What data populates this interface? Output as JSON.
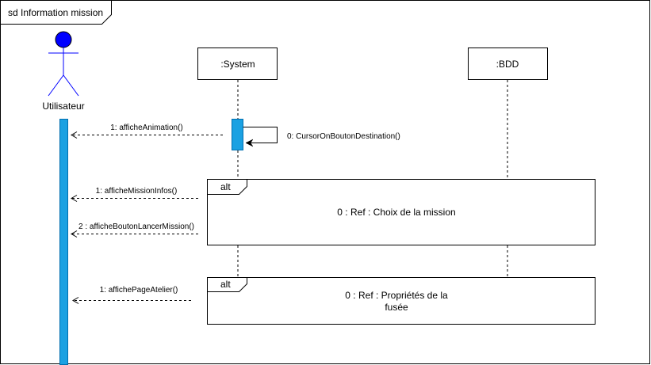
{
  "frame": {
    "title": "sd Information mission"
  },
  "actor": {
    "name": "Utilisateur",
    "color": "#0000ff",
    "activation_color": "#1ba1e2"
  },
  "lifelines": [
    {
      "id": "system",
      "label": ":System"
    },
    {
      "id": "bdd",
      "label": ":BDD"
    }
  ],
  "messages": [
    {
      "id": "m1",
      "label": "1: afficheAnimation()",
      "style": "return"
    },
    {
      "id": "m2",
      "label": "0: CursorOnBoutonDestination()",
      "style": "self"
    },
    {
      "id": "m3",
      "label": "1: afficheMissionInfos()",
      "style": "return"
    },
    {
      "id": "m4",
      "label": "2 : afficheBoutonLancerMission()",
      "style": "return"
    },
    {
      "id": "m5",
      "label": "1: affichePageAtelier()",
      "style": "return"
    }
  ],
  "fragments": [
    {
      "id": "f1",
      "operator": "alt",
      "ref_lines": [
        "0 : Ref : Choix de la mission"
      ]
    },
    {
      "id": "f2",
      "operator": "alt",
      "ref_lines": [
        "0 : Ref : Propriétés de la",
        "fusée"
      ]
    }
  ]
}
